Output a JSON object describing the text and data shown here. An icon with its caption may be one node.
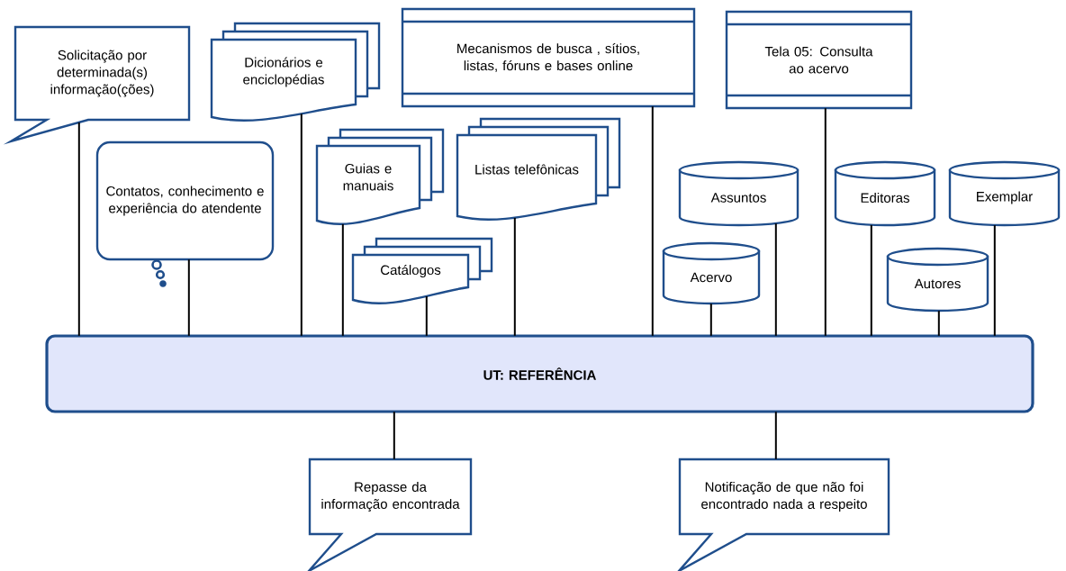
{
  "diagram": {
    "nodes": [
      {
        "text": [
          "Solicitação por determinada(s) informação(ções)"
        ]
      },
      {
        "text": [
          "Dicionários e enciclopédias"
        ]
      },
      {
        "text": [
          "Mecanismos de busca , sítios, listas, fóruns e bases online"
        ]
      },
      {
        "text": [
          "Tela 05: Consulta ao acervo"
        ]
      },
      {
        "text": [
          "Contatos, conhecimento e experiência do atendente"
        ]
      },
      {
        "text": [
          "Guias e manuais"
        ]
      },
      {
        "text": [
          "Listas telefônicas"
        ]
      },
      {
        "text": [
          "Catálogos"
        ]
      },
      {
        "text": [
          "Assuntos"
        ]
      },
      {
        "text": [
          "Editoras"
        ]
      },
      {
        "text": [
          "Exemplar"
        ]
      },
      {
        "text": [
          "Acervo"
        ]
      },
      {
        "text": [
          "Autores"
        ]
      },
      {
        "text": [
          "UT: REFERÊNCIA"
        ]
      },
      {
        "text": [
          "Repasse da informação encontrada"
        ]
      },
      {
        "text": [
          "Notificação de que não foi encontrado nada a respeito"
        ]
      }
    ],
    "edges": [
      {
        "from": 0,
        "to": 13,
        "arrow": "none"
      },
      {
        "from": 1,
        "to": 13,
        "arrow": "none"
      },
      {
        "from": 2,
        "to": 13,
        "arrow": "none"
      },
      {
        "from": 3,
        "to": 13,
        "arrow": "none"
      },
      {
        "from": 4,
        "to": 13,
        "arrow": "none"
      },
      {
        "from": 5,
        "to": 13,
        "arrow": "none"
      },
      {
        "from": 6,
        "to": 13,
        "arrow": "none"
      },
      {
        "from": 7,
        "to": 13,
        "arrow": "none"
      },
      {
        "from": 8,
        "to": 13,
        "arrow": "none"
      },
      {
        "from": 9,
        "to": 13,
        "arrow": "none"
      },
      {
        "from": 10,
        "to": 13,
        "arrow": "none"
      },
      {
        "from": 11,
        "to": 13,
        "arrow": "none"
      },
      {
        "from": 12,
        "to": 13,
        "arrow": "none"
      },
      {
        "from": 13,
        "to": 14,
        "arrow": "none"
      },
      {
        "from": 13,
        "to": 15,
        "arrow": "none"
      }
    ]
  }
}
